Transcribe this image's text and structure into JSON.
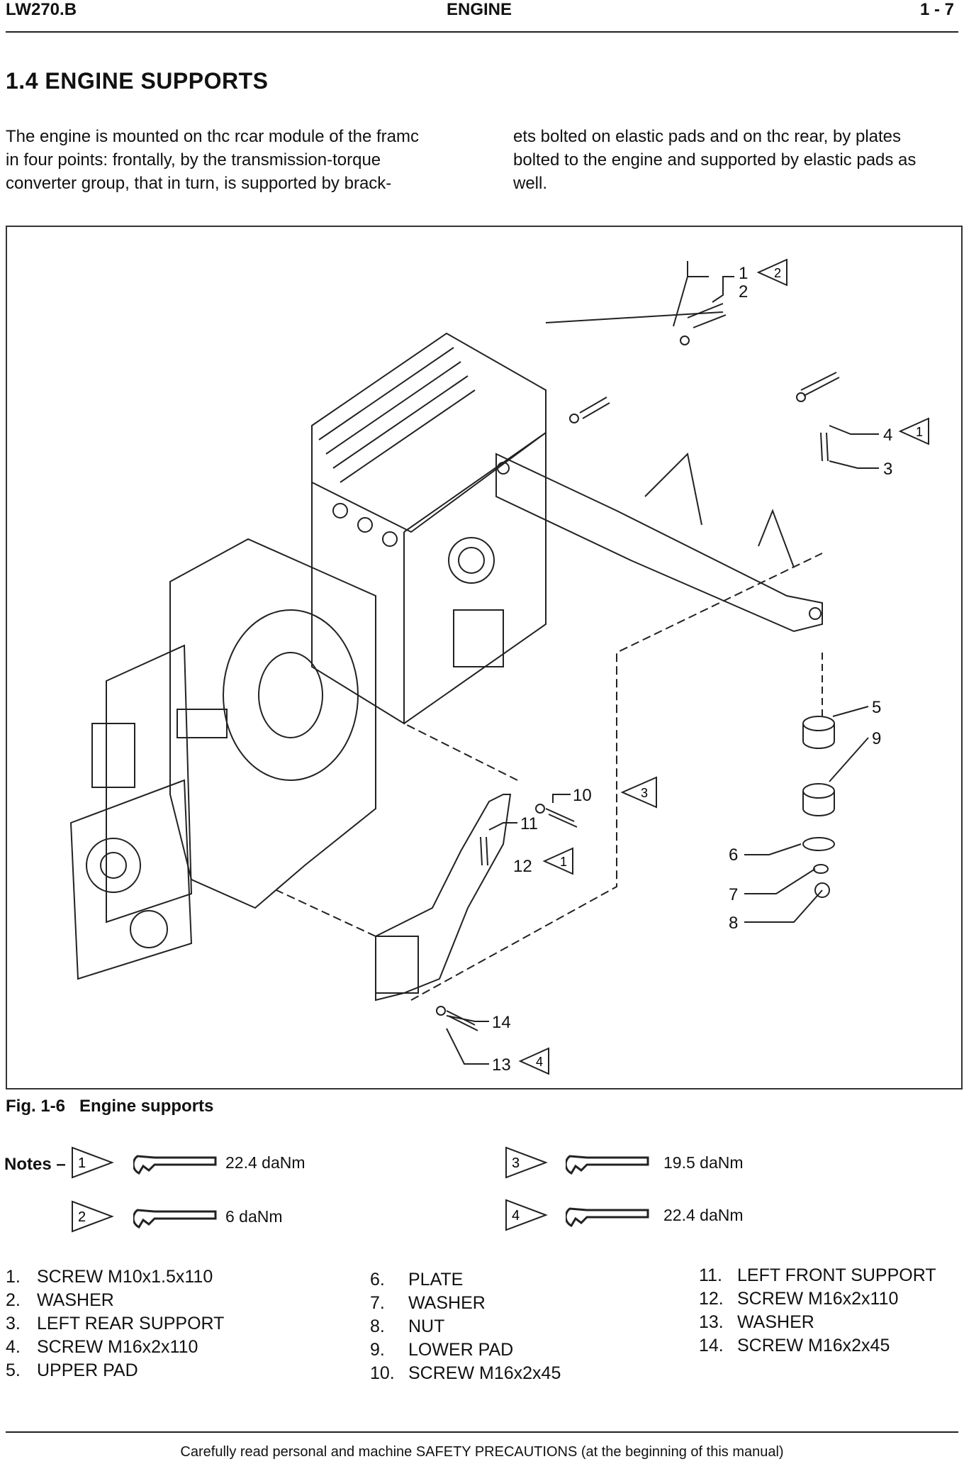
{
  "header": {
    "left": "LW270.B",
    "center": "ENGINE",
    "right": "1 - 7"
  },
  "section_title": "1.4  ENGINE SUPPORTS",
  "intro": {
    "col1": [
      "The engine is mounted on thc rcar module of the framc",
      "in four points: frontally, by the transmission-torque",
      "converter group, that in turn, is supported by brack-"
    ],
    "col2": [
      "ets bolted on elastic pads and on thc rear, by plates",
      "bolted to the engine and supported by elastic pads as",
      "well."
    ]
  },
  "figure": {
    "callouts": [
      "1",
      "2",
      "3",
      "4",
      "5",
      "6",
      "7",
      "8",
      "9",
      "10",
      "11",
      "12",
      "13",
      "14"
    ],
    "note_tags": [
      "2",
      "1",
      "3",
      "1",
      "4"
    ],
    "caption_num": "Fig. 1-6",
    "caption_text": "Engine supports"
  },
  "notes": {
    "label": "Notes –",
    "items": [
      {
        "tag": "1",
        "value": "22.4 daNm"
      },
      {
        "tag": "2",
        "value": "6 daNm"
      },
      {
        "tag": "3",
        "value": "19.5 daNm"
      },
      {
        "tag": "4",
        "value": "22.4 daNm"
      }
    ],
    "icon": "torque-wrench-icon"
  },
  "legend": {
    "col1": [
      {
        "n": "1.",
        "t": "SCREW  M10x1.5x110"
      },
      {
        "n": "2.",
        "t": "WASHER"
      },
      {
        "n": "3.",
        "t": "LEFT REAR SUPPORT"
      },
      {
        "n": "4.",
        "t": "SCREW M16x2x110"
      },
      {
        "n": "5.",
        "t": "UPPER PAD"
      }
    ],
    "col2": [
      {
        "n": "6.",
        "t": "PLATE"
      },
      {
        "n": "7.",
        "t": "WASHER"
      },
      {
        "n": "8.",
        "t": "NUT"
      },
      {
        "n": "9.",
        "t": "LOWER PAD"
      },
      {
        "n": "10.",
        "t": "SCREW M16x2x45"
      }
    ],
    "col3": [
      {
        "n": "11.",
        "t": "LEFT FRONT SUPPORT"
      },
      {
        "n": "12.",
        "t": "SCREW M16x2x110"
      },
      {
        "n": "13.",
        "t": "WASHER"
      },
      {
        "n": "14.",
        "t": "SCREW M16x2x45"
      }
    ]
  },
  "footer": "Carefully read personal and machine SAFETY PRECAUTIONS (at the beginning of this manual)"
}
